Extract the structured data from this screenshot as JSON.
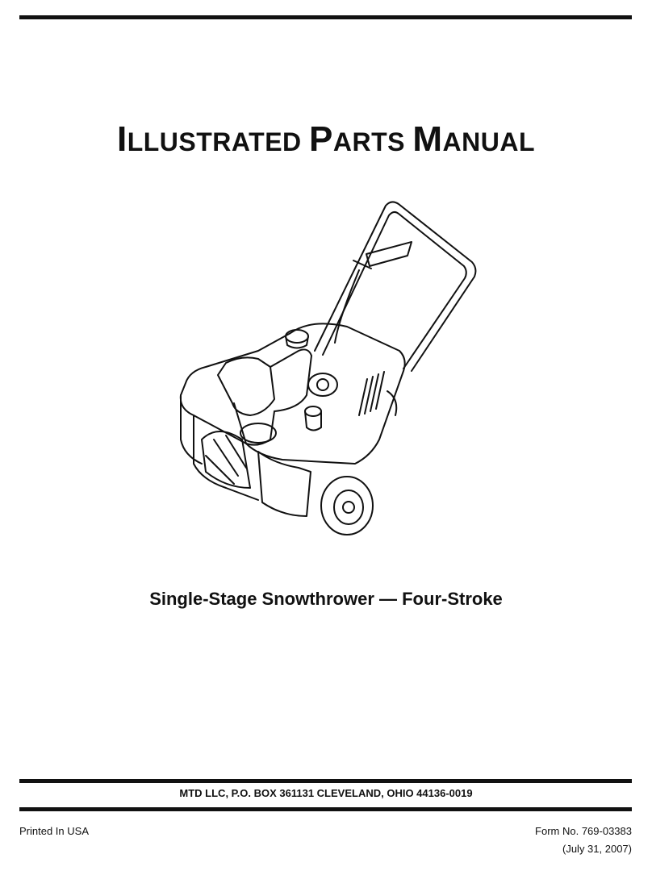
{
  "title": {
    "word1_initial": "I",
    "word1_rest": "LLUSTRATED",
    "word2_initial": "P",
    "word2_rest": "ARTS",
    "word3_initial": "M",
    "word3_rest": "ANUAL"
  },
  "subtitle": "Single-Stage Snowthrower — Four-Stroke",
  "footer": {
    "address": "MTD LLC, P.O. BOX 361131 CLEVELAND, OHIO 44136-0019",
    "printed": "Printed In USA",
    "form_number": "Form No. 769-03383",
    "form_date": "(July 31, 2007)"
  },
  "illustration": {
    "icon": "snowthrower-illustration"
  }
}
